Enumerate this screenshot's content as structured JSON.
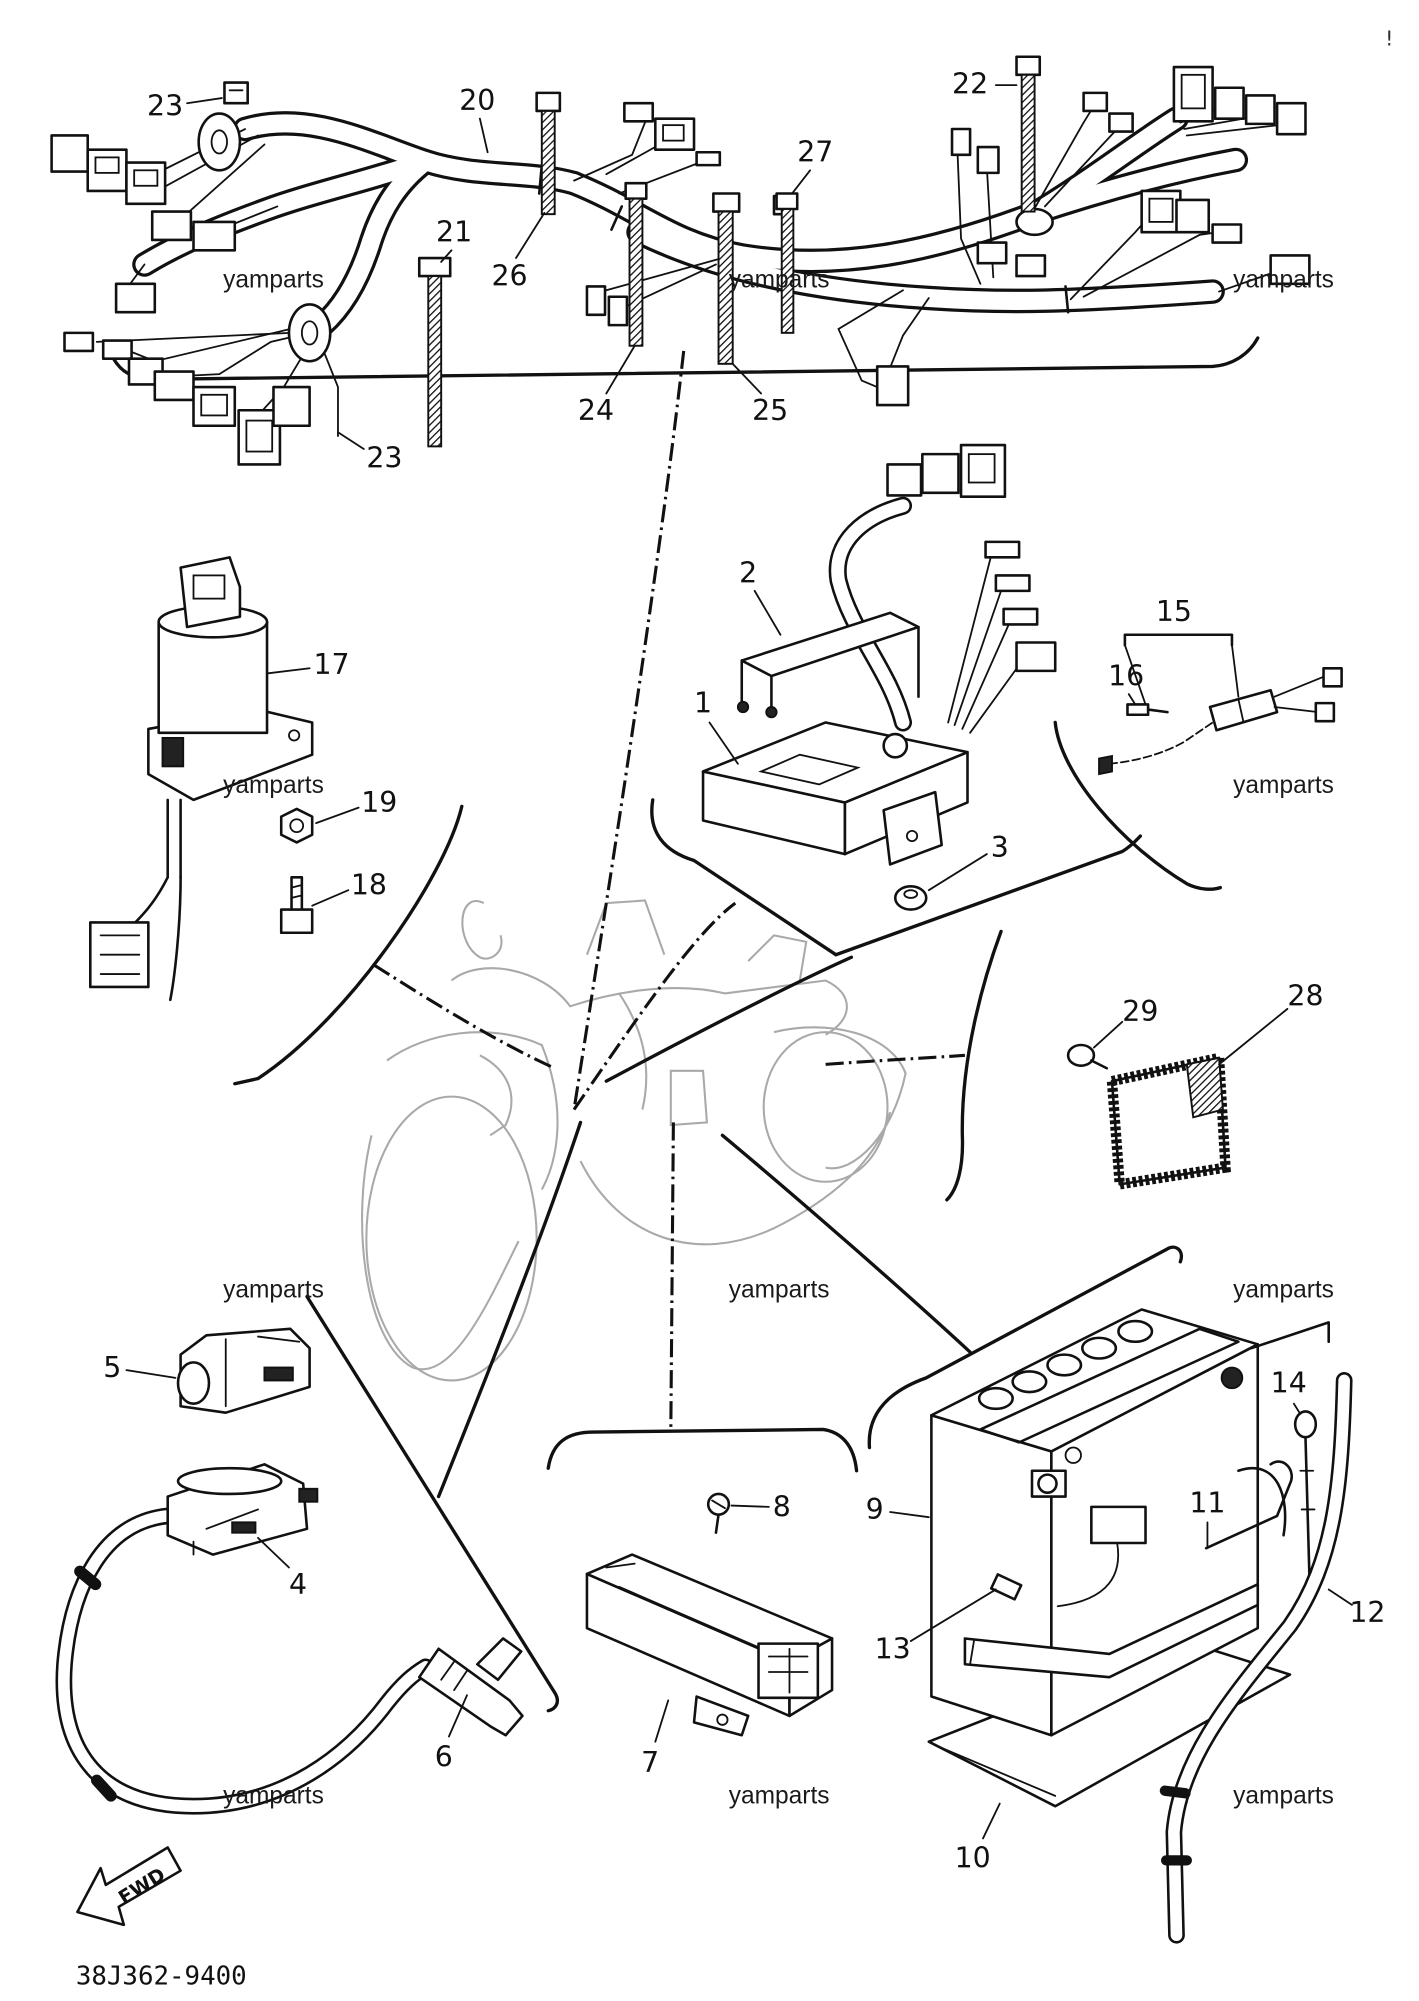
{
  "diagram": {
    "callouts": [
      "23",
      "20",
      "22",
      "27",
      "21",
      "26",
      "24",
      "25",
      "23",
      "2",
      "17",
      "15",
      "16",
      "1",
      "19",
      "3",
      "18",
      "29",
      "28",
      "5",
      "14",
      "8",
      "9",
      "11",
      "4",
      "12",
      "13",
      "6",
      "7",
      "10"
    ],
    "watermark": "yamparts",
    "part_code": "38J362-9400",
    "direction_label": "FWD",
    "corner_mark": "!",
    "colors": {
      "ink": "#111111",
      "background": "#ffffff"
    }
  }
}
